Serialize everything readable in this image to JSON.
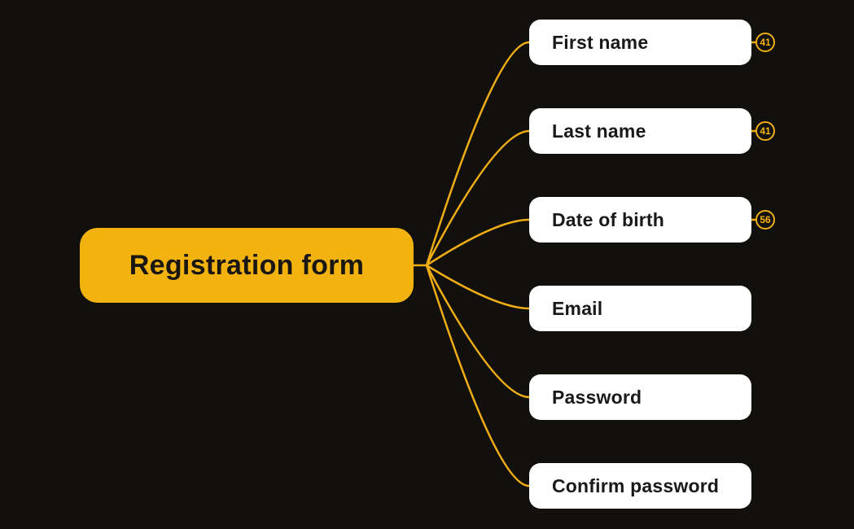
{
  "diagram": {
    "type": "mindmap",
    "root": {
      "label": "Registration form"
    },
    "nodes": [
      {
        "label": "First name",
        "badge": "41"
      },
      {
        "label": "Last name",
        "badge": "41"
      },
      {
        "label": "Date of birth",
        "badge": "56"
      },
      {
        "label": "Email",
        "badge": null
      },
      {
        "label": "Password",
        "badge": null
      },
      {
        "label": "Confirm password",
        "badge": null
      }
    ],
    "colors": {
      "background": "#12100D",
      "accent": "#F2B20F",
      "connector": "#EFAD15",
      "node_background": "#FFFFFF",
      "node_text": "#1B1918",
      "root_text": "#1A1712"
    }
  }
}
